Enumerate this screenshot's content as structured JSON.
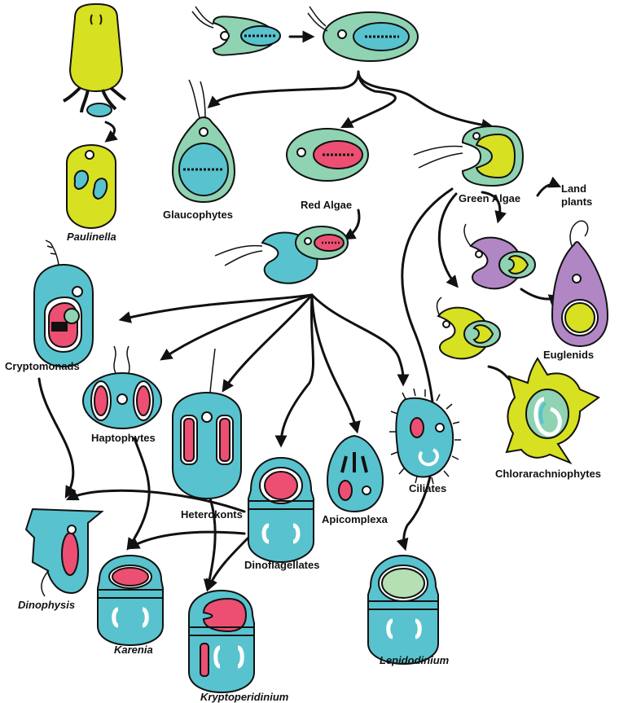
{
  "labels": {
    "paulinella": "Paulinella",
    "glaucophytes": "Glaucophytes",
    "red_algae": "Red Algae",
    "green_algae": "Green Algae",
    "land_plants_1": "Land",
    "land_plants_2": "plants",
    "cryptomonads": "Cryptomonads",
    "haptophytes": "Haptophytes",
    "heterokonts": "Heterokonts",
    "apicomplexa": "Apicomplexa",
    "ciliates": "Ciliates",
    "dinoflagellates": "Dinoflagellates",
    "dinophysis": "Dinophysis",
    "karenia": "Karenia",
    "kryptoperidinium": "Kryptoperidinium",
    "lepidodinium": "Lepidodinium",
    "euglenids": "Euglenids",
    "chlorarachniophytes": "Chlorarachniophytes"
  },
  "colors": {
    "cyan_host": "#58c3cf",
    "mint_cell": "#8fd3b2",
    "yellow_plastid": "#d7e021",
    "red_plastid": "#ec4f72",
    "purple_host": "#b186c5",
    "light_green_plastid": "#b4e0b3",
    "outline": "#111111"
  }
}
